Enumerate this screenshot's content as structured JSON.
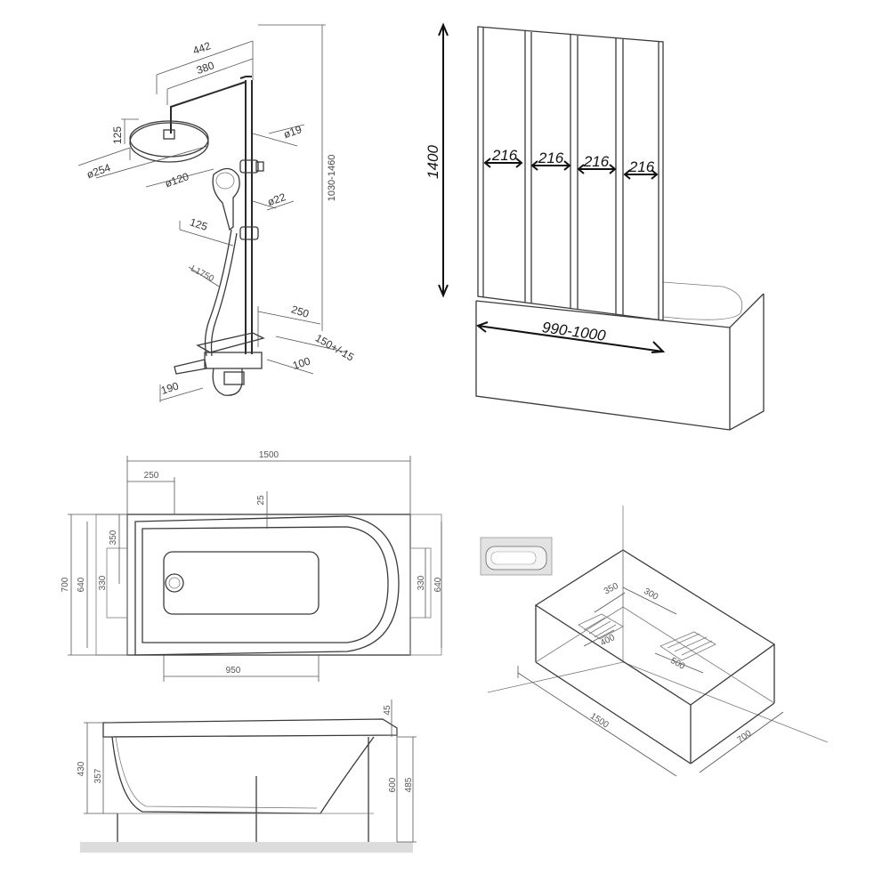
{
  "shower": {
    "d442": "442",
    "d380": "380",
    "d125_top": "125",
    "d254": "ø254",
    "d120": "ø120",
    "d19": "ø19",
    "d22": "ø22",
    "height_range": "1030-1460",
    "d125_mid": "125",
    "hose": "L1750",
    "d250": "250",
    "d150": "150+/-15",
    "d100": "100",
    "d190": "190"
  },
  "screen": {
    "height": "1400",
    "panel_widths": [
      "216",
      "216",
      "216",
      "216"
    ],
    "width_range": "990-1000"
  },
  "plan": {
    "length": "1500",
    "d250": "250",
    "d25": "25",
    "d700": "700",
    "d640_left": "640",
    "d350": "350",
    "d330_left": "330",
    "d330_right": "330",
    "d640_right": "640",
    "d950": "950"
  },
  "elevation": {
    "d45": "45",
    "d430": "430",
    "d357": "357",
    "d600": "600",
    "d485": "485"
  },
  "iso": {
    "d350": "350",
    "d300": "300",
    "d400": "400",
    "d500": "500",
    "d1500": "1500",
    "d700": "700"
  }
}
